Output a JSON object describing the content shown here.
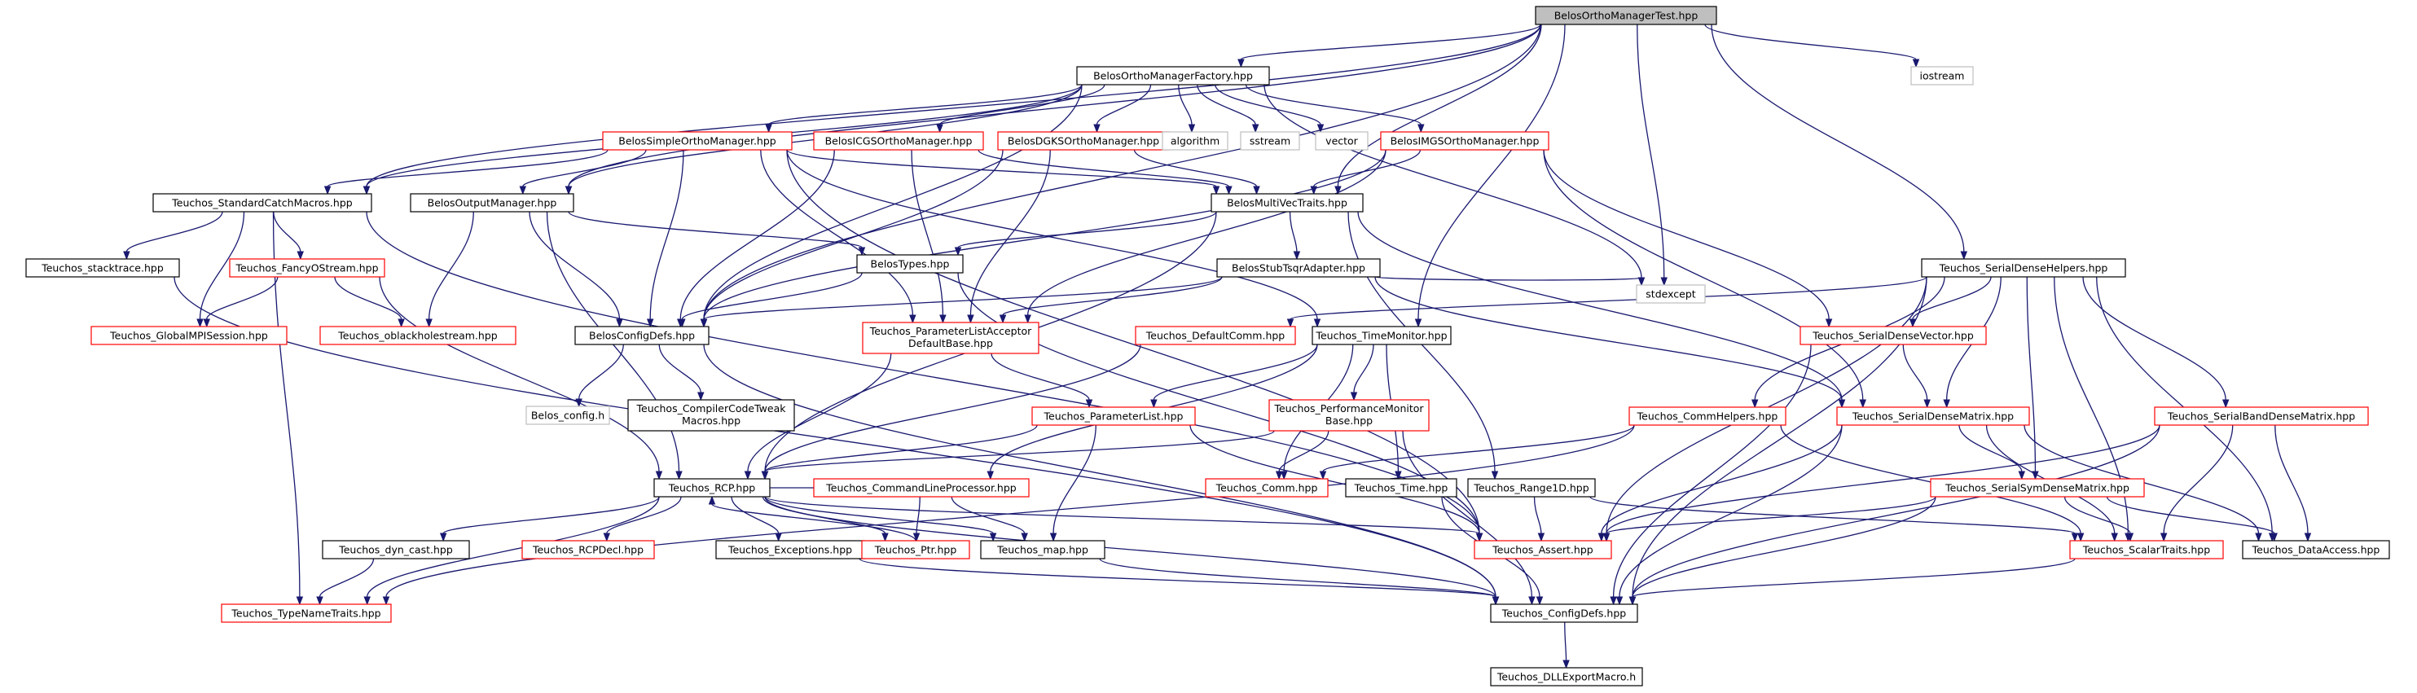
{
  "graph": {
    "colors": {
      "root_fill": "#bfbfbf",
      "normal_stroke": "#000000",
      "red_stroke": "#ff0000",
      "gray_stroke": "#bfbfbf",
      "edge": "#191970"
    },
    "nodes": [
      {
        "id": "BelosOrthoManagerTest",
        "lines": [
          "BelosOrthoManagerTest.hpp"
        ],
        "style": "root"
      },
      {
        "id": "BelosOrthoManagerFactory",
        "lines": [
          "BelosOrthoManagerFactory.hpp"
        ],
        "style": "normal"
      },
      {
        "id": "iostream",
        "lines": [
          "iostream"
        ],
        "style": "gray"
      },
      {
        "id": "BelosSimpleOrthoManager",
        "lines": [
          "BelosSimpleOrthoManager.hpp"
        ],
        "style": "red"
      },
      {
        "id": "BelosICGSOrthoManager",
        "lines": [
          "BelosICGSOrthoManager.hpp"
        ],
        "style": "red"
      },
      {
        "id": "BelosDGKSOrthoManager",
        "lines": [
          "BelosDGKSOrthoManager.hpp"
        ],
        "style": "red"
      },
      {
        "id": "algorithm",
        "lines": [
          "algorithm"
        ],
        "style": "gray"
      },
      {
        "id": "sstream",
        "lines": [
          "sstream"
        ],
        "style": "gray"
      },
      {
        "id": "vector",
        "lines": [
          "vector"
        ],
        "style": "gray"
      },
      {
        "id": "BelosIMGSOrthoManager",
        "lines": [
          "BelosIMGSOrthoManager.hpp"
        ],
        "style": "red"
      },
      {
        "id": "StandardCatchMacros",
        "lines": [
          "Teuchos_StandardCatchMacros.hpp"
        ],
        "style": "normal"
      },
      {
        "id": "BelosOutputManager",
        "lines": [
          "BelosOutputManager.hpp"
        ],
        "style": "normal"
      },
      {
        "id": "BelosMultiVecTraits",
        "lines": [
          "BelosMultiVecTraits.hpp"
        ],
        "style": "normal"
      },
      {
        "id": "SerialDenseHelpers",
        "lines": [
          "Teuchos_SerialDenseHelpers.hpp"
        ],
        "style": "normal"
      },
      {
        "id": "stacktrace",
        "lines": [
          "Teuchos_stacktrace.hpp"
        ],
        "style": "normal"
      },
      {
        "id": "FancyOStream",
        "lines": [
          "Teuchos_FancyOStream.hpp"
        ],
        "style": "red"
      },
      {
        "id": "BelosTypes",
        "lines": [
          "BelosTypes.hpp"
        ],
        "style": "normal"
      },
      {
        "id": "BelosStubTsqrAdapter",
        "lines": [
          "BelosStubTsqrAdapter.hpp"
        ],
        "style": "normal"
      },
      {
        "id": "stdexcept",
        "lines": [
          "stdexcept"
        ],
        "style": "gray"
      },
      {
        "id": "GlobalMPISession",
        "lines": [
          "Teuchos_GlobalMPISession.hpp"
        ],
        "style": "red"
      },
      {
        "id": "oblackholestream",
        "lines": [
          "Teuchos_oblackholestream.hpp"
        ],
        "style": "red"
      },
      {
        "id": "BelosConfigDefs",
        "lines": [
          "BelosConfigDefs.hpp"
        ],
        "style": "normal"
      },
      {
        "id": "ParameterListAcceptor",
        "lines": [
          "Teuchos_ParameterListAcceptor",
          "DefaultBase.hpp"
        ],
        "style": "red"
      },
      {
        "id": "DefaultComm",
        "lines": [
          "Teuchos_DefaultComm.hpp"
        ],
        "style": "red"
      },
      {
        "id": "TimeMonitor",
        "lines": [
          "Teuchos_TimeMonitor.hpp"
        ],
        "style": "normal"
      },
      {
        "id": "SerialDenseVector",
        "lines": [
          "Teuchos_SerialDenseVector.hpp"
        ],
        "style": "red"
      },
      {
        "id": "Belos_config",
        "lines": [
          "Belos_config.h"
        ],
        "style": "gray"
      },
      {
        "id": "CompilerCodeTweak",
        "lines": [
          "Teuchos_CompilerCodeTweak",
          "Macros.hpp"
        ],
        "style": "normal"
      },
      {
        "id": "ParameterList",
        "lines": [
          "Teuchos_ParameterList.hpp"
        ],
        "style": "red"
      },
      {
        "id": "PerformanceMonitorBase",
        "lines": [
          "Teuchos_PerformanceMonitor",
          "Base.hpp"
        ],
        "style": "red"
      },
      {
        "id": "CommHelpers",
        "lines": [
          "Teuchos_CommHelpers.hpp"
        ],
        "style": "red"
      },
      {
        "id": "SerialDenseMatrix",
        "lines": [
          "Teuchos_SerialDenseMatrix.hpp"
        ],
        "style": "red"
      },
      {
        "id": "SerialBandDenseMatrix",
        "lines": [
          "Teuchos_SerialBandDenseMatrix.hpp"
        ],
        "style": "red"
      },
      {
        "id": "RCP",
        "lines": [
          "Teuchos_RCP.hpp"
        ],
        "style": "normal"
      },
      {
        "id": "CommandLineProcessor",
        "lines": [
          "Teuchos_CommandLineProcessor.hpp"
        ],
        "style": "red"
      },
      {
        "id": "Comm",
        "lines": [
          "Teuchos_Comm.hpp"
        ],
        "style": "red"
      },
      {
        "id": "Time",
        "lines": [
          "Teuchos_Time.hpp"
        ],
        "style": "normal"
      },
      {
        "id": "Range1D",
        "lines": [
          "Teuchos_Range1D.hpp"
        ],
        "style": "normal"
      },
      {
        "id": "SerialSymDenseMatrix",
        "lines": [
          "Teuchos_SerialSymDenseMatrix.hpp"
        ],
        "style": "red"
      },
      {
        "id": "dyn_cast",
        "lines": [
          "Teuchos_dyn_cast.hpp"
        ],
        "style": "normal"
      },
      {
        "id": "RCPDecl",
        "lines": [
          "Teuchos_RCPDecl.hpp"
        ],
        "style": "red"
      },
      {
        "id": "Exceptions",
        "lines": [
          "Teuchos_Exceptions.hpp"
        ],
        "style": "normal"
      },
      {
        "id": "Ptr",
        "lines": [
          "Teuchos_Ptr.hpp"
        ],
        "style": "red"
      },
      {
        "id": "map",
        "lines": [
          "Teuchos_map.hpp"
        ],
        "style": "normal"
      },
      {
        "id": "Assert",
        "lines": [
          "Teuchos_Assert.hpp"
        ],
        "style": "red"
      },
      {
        "id": "ScalarTraits",
        "lines": [
          "Teuchos_ScalarTraits.hpp"
        ],
        "style": "red"
      },
      {
        "id": "DataAccess",
        "lines": [
          "Teuchos_DataAccess.hpp"
        ],
        "style": "normal"
      },
      {
        "id": "TypeNameTraits",
        "lines": [
          "Teuchos_TypeNameTraits.hpp"
        ],
        "style": "red"
      },
      {
        "id": "ConfigDefs",
        "lines": [
          "Teuchos_ConfigDefs.hpp"
        ],
        "style": "normal"
      },
      {
        "id": "DLLExportMacro",
        "lines": [
          "Teuchos_DLLExportMacro.h"
        ],
        "style": "normal"
      }
    ],
    "edges": [
      [
        "BelosOrthoManagerTest",
        "BelosOrthoManagerFactory"
      ],
      [
        "BelosOrthoManagerTest",
        "iostream"
      ],
      [
        "BelosOrthoManagerTest",
        "StandardCatchMacros"
      ],
      [
        "BelosOrthoManagerTest",
        "BelosOutputManager"
      ],
      [
        "BelosOrthoManagerTest",
        "BelosMultiVecTraits"
      ],
      [
        "BelosOrthoManagerTest",
        "SerialDenseHelpers"
      ],
      [
        "BelosOrthoManagerTest",
        "BelosConfigDefs"
      ],
      [
        "BelosOrthoManagerTest",
        "TimeMonitor"
      ],
      [
        "BelosOrthoManagerTest",
        "stdexcept"
      ],
      [
        "BelosOrthoManagerFactory",
        "BelosSimpleOrthoManager"
      ],
      [
        "BelosOrthoManagerFactory",
        "BelosICGSOrthoManager"
      ],
      [
        "BelosOrthoManagerFactory",
        "BelosDGKSOrthoManager"
      ],
      [
        "BelosOrthoManagerFactory",
        "algorithm"
      ],
      [
        "BelosOrthoManagerFactory",
        "sstream"
      ],
      [
        "BelosOrthoManagerFactory",
        "vector"
      ],
      [
        "BelosOrthoManagerFactory",
        "BelosIMGSOrthoManager"
      ],
      [
        "BelosOrthoManagerFactory",
        "StandardCatchMacros"
      ],
      [
        "BelosOrthoManagerFactory",
        "BelosOutputManager"
      ],
      [
        "BelosOrthoManagerFactory",
        "BelosConfigDefs"
      ],
      [
        "BelosOrthoManagerFactory",
        "stdexcept"
      ],
      [
        "BelosSimpleOrthoManager",
        "StandardCatchMacros"
      ],
      [
        "BelosSimpleOrthoManager",
        "BelosOutputManager"
      ],
      [
        "BelosSimpleOrthoManager",
        "BelosMultiVecTraits"
      ],
      [
        "BelosSimpleOrthoManager",
        "BelosConfigDefs"
      ],
      [
        "BelosSimpleOrthoManager",
        "ParameterListAcceptor"
      ],
      [
        "BelosSimpleOrthoManager",
        "TimeMonitor"
      ],
      [
        "BelosSimpleOrthoManager",
        "Assert"
      ],
      [
        "BelosICGSOrthoManager",
        "BelosMultiVecTraits"
      ],
      [
        "BelosICGSOrthoManager",
        "BelosConfigDefs"
      ],
      [
        "BelosICGSOrthoManager",
        "ParameterListAcceptor"
      ],
      [
        "BelosDGKSOrthoManager",
        "BelosMultiVecTraits"
      ],
      [
        "BelosDGKSOrthoManager",
        "BelosConfigDefs"
      ],
      [
        "BelosDGKSOrthoManager",
        "ParameterListAcceptor"
      ],
      [
        "BelosIMGSOrthoManager",
        "BelosMultiVecTraits"
      ],
      [
        "BelosIMGSOrthoManager",
        "BelosConfigDefs"
      ],
      [
        "BelosIMGSOrthoManager",
        "ParameterListAcceptor"
      ],
      [
        "BelosIMGSOrthoManager",
        "SerialDenseVector"
      ],
      [
        "BelosIMGSOrthoManager",
        "SerialDenseMatrix"
      ],
      [
        "StandardCatchMacros",
        "stacktrace"
      ],
      [
        "StandardCatchMacros",
        "FancyOStream"
      ],
      [
        "StandardCatchMacros",
        "GlobalMPISession"
      ],
      [
        "StandardCatchMacros",
        "TypeNameTraits"
      ],
      [
        "StandardCatchMacros",
        "Assert"
      ],
      [
        "BelosOutputManager",
        "BelosTypes"
      ],
      [
        "BelosOutputManager",
        "BelosConfigDefs"
      ],
      [
        "BelosOutputManager",
        "oblackholestream"
      ],
      [
        "BelosOutputManager",
        "RCP"
      ],
      [
        "BelosMultiVecTraits",
        "BelosTypes"
      ],
      [
        "BelosMultiVecTraits",
        "BelosStubTsqrAdapter"
      ],
      [
        "BelosMultiVecTraits",
        "Range1D"
      ],
      [
        "BelosMultiVecTraits",
        "RCP"
      ],
      [
        "BelosMultiVecTraits",
        "SerialDenseMatrix"
      ],
      [
        "SerialDenseHelpers",
        "SerialDenseVector"
      ],
      [
        "SerialDenseHelpers",
        "SerialDenseMatrix"
      ],
      [
        "SerialDenseHelpers",
        "SerialBandDenseMatrix"
      ],
      [
        "SerialDenseHelpers",
        "SerialSymDenseMatrix"
      ],
      [
        "SerialDenseHelpers",
        "ScalarTraits"
      ],
      [
        "SerialDenseHelpers",
        "DataAccess"
      ],
      [
        "SerialDenseHelpers",
        "ConfigDefs"
      ],
      [
        "SerialDenseHelpers",
        "CommHelpers"
      ],
      [
        "SerialDenseHelpers",
        "DefaultComm"
      ],
      [
        "SerialDenseHelpers",
        "Assert"
      ],
      [
        "stacktrace",
        "ConfigDefs"
      ],
      [
        "FancyOStream",
        "GlobalMPISession"
      ],
      [
        "FancyOStream",
        "oblackholestream"
      ],
      [
        "FancyOStream",
        "RCP"
      ],
      [
        "BelosTypes",
        "BelosConfigDefs"
      ],
      [
        "BelosTypes",
        "Assert"
      ],
      [
        "BelosStubTsqrAdapter",
        "BelosConfigDefs"
      ],
      [
        "BelosStubTsqrAdapter",
        "ParameterListAcceptor"
      ],
      [
        "BelosStubTsqrAdapter",
        "SerialDenseMatrix"
      ],
      [
        "BelosStubTsqrAdapter",
        "stdexcept"
      ],
      [
        "BelosConfigDefs",
        "Belos_config"
      ],
      [
        "BelosConfigDefs",
        "CompilerCodeTweak"
      ],
      [
        "BelosConfigDefs",
        "ConfigDefs"
      ],
      [
        "ParameterListAcceptor",
        "ParameterList"
      ],
      [
        "ParameterListAcceptor",
        "RCP"
      ],
      [
        "DefaultComm",
        "RCP"
      ],
      [
        "TimeMonitor",
        "ParameterList"
      ],
      [
        "TimeMonitor",
        "PerformanceMonitorBase"
      ],
      [
        "TimeMonitor",
        "Time"
      ],
      [
        "TimeMonitor",
        "CommandLineProcessor"
      ],
      [
        "TimeMonitor",
        "Comm"
      ],
      [
        "SerialDenseVector",
        "SerialDenseMatrix"
      ],
      [
        "SerialDenseVector",
        "ConfigDefs"
      ],
      [
        "ParameterList",
        "RCP"
      ],
      [
        "ParameterList",
        "map"
      ],
      [
        "ParameterList",
        "Assert"
      ],
      [
        "PerformanceMonitorBase",
        "Comm"
      ],
      [
        "PerformanceMonitorBase",
        "RCP"
      ],
      [
        "PerformanceMonitorBase",
        "ConfigDefs"
      ],
      [
        "CommHelpers",
        "Comm"
      ],
      [
        "CommHelpers",
        "ScalarTraits"
      ],
      [
        "CommHelpers",
        "TypeNameTraits"
      ],
      [
        "SerialDenseMatrix",
        "SerialSymDenseMatrix"
      ],
      [
        "SerialDenseMatrix",
        "ScalarTraits"
      ],
      [
        "SerialDenseMatrix",
        "DataAccess"
      ],
      [
        "SerialDenseMatrix",
        "ConfigDefs"
      ],
      [
        "SerialDenseMatrix",
        "Assert"
      ],
      [
        "SerialBandDenseMatrix",
        "ScalarTraits"
      ],
      [
        "SerialBandDenseMatrix",
        "DataAccess"
      ],
      [
        "SerialBandDenseMatrix",
        "ConfigDefs"
      ],
      [
        "SerialBandDenseMatrix",
        "Assert"
      ],
      [
        "SerialSymDenseMatrix",
        "ScalarTraits"
      ],
      [
        "SerialSymDenseMatrix",
        "DataAccess"
      ],
      [
        "SerialSymDenseMatrix",
        "ConfigDefs"
      ],
      [
        "SerialSymDenseMatrix",
        "Assert"
      ],
      [
        "RCP",
        "dyn_cast"
      ],
      [
        "RCP",
        "RCPDecl"
      ],
      [
        "RCP",
        "Exceptions"
      ],
      [
        "RCP",
        "Ptr"
      ],
      [
        "RCP",
        "map"
      ],
      [
        "RCP",
        "TypeNameTraits"
      ],
      [
        "RCP",
        "Assert"
      ],
      [
        "RCP",
        "ConfigDefs"
      ],
      [
        "CommandLineProcessor",
        "Ptr"
      ],
      [
        "CommandLineProcessor",
        "map"
      ],
      [
        "CommandLineProcessor",
        "RCP"
      ],
      [
        "Ptr",
        "RCP"
      ],
      [
        "Time",
        "ConfigDefs"
      ],
      [
        "Range1D",
        "Assert"
      ],
      [
        "Range1D",
        "ScalarTraits"
      ],
      [
        "dyn_cast",
        "TypeNameTraits"
      ],
      [
        "Exceptions",
        "ConfigDefs"
      ],
      [
        "map",
        "ConfigDefs"
      ],
      [
        "ScalarTraits",
        "ConfigDefs"
      ],
      [
        "ConfigDefs",
        "DLLExportMacro"
      ]
    ]
  }
}
